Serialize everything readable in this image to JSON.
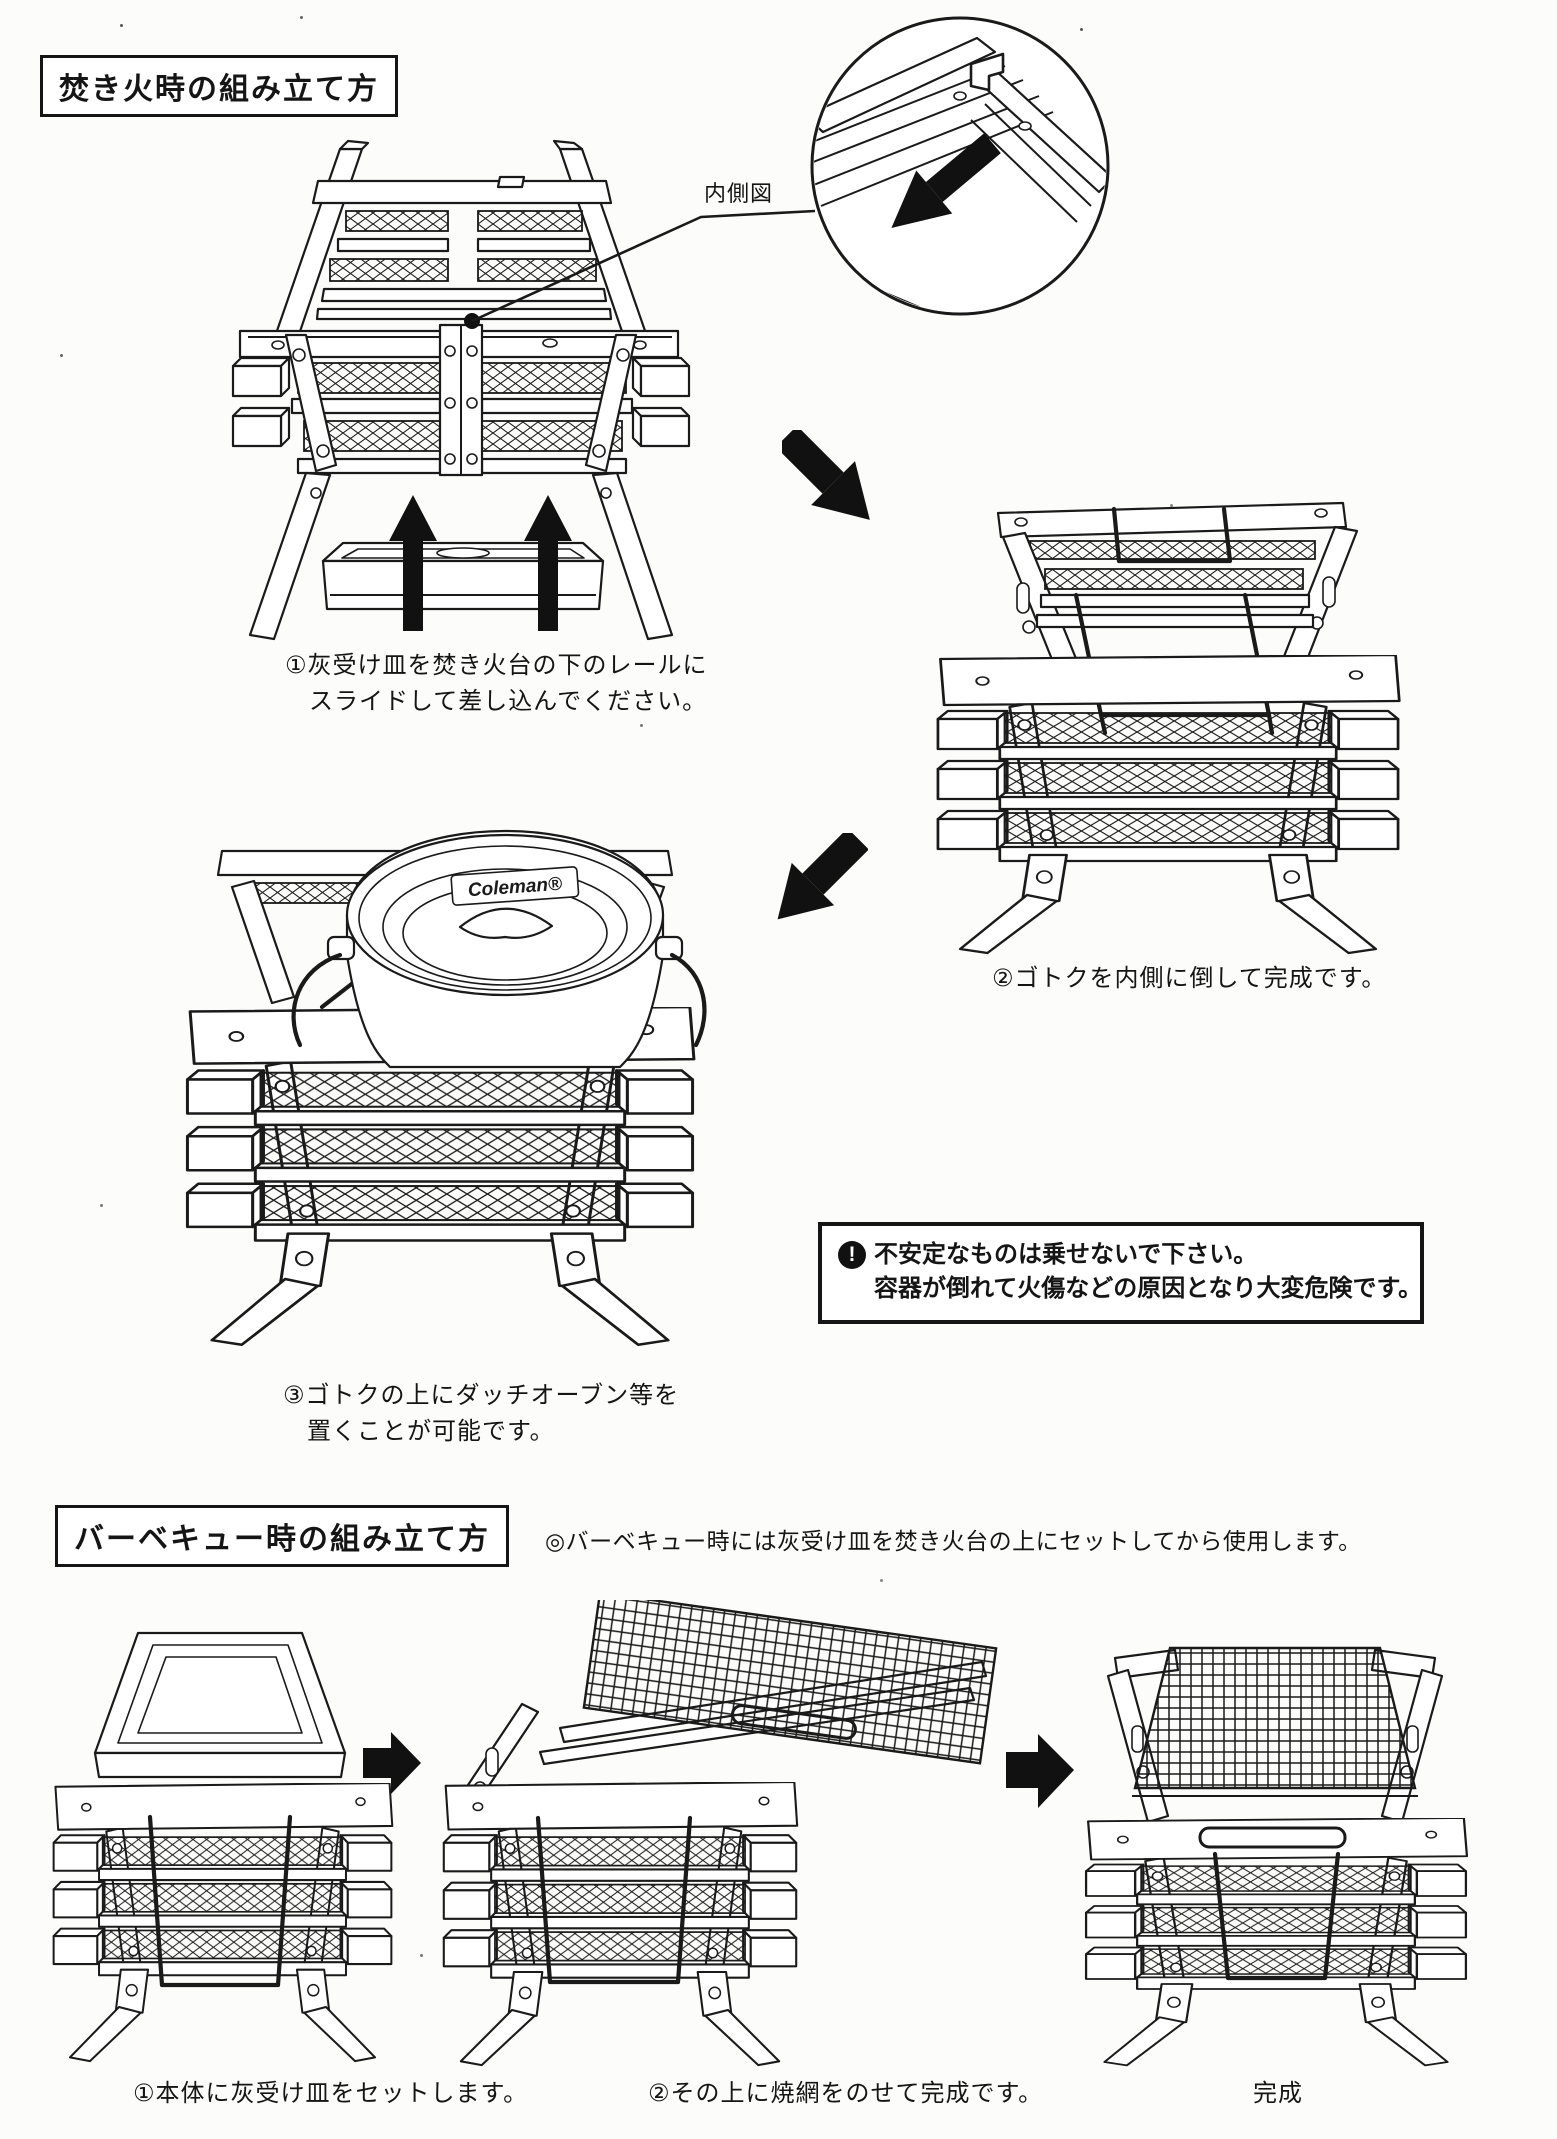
{
  "section1": {
    "title": "焚き火時の組み立て方",
    "inset_label": "内側図",
    "step1_caption": [
      "①灰受け皿を焚き火台の下のレールに",
      "スライドして差し込んでください。"
    ],
    "step2_caption": "②ゴトクを内側に倒して完成です。",
    "step3_caption": [
      "③ゴトクの上にダッチオーブン等を",
      "置くことが可能です。"
    ],
    "warning": {
      "icon": "!",
      "line1": "不安定なものは乗せないで下さい。",
      "line2": "容器が倒れて火傷などの原因となり大変危険です。"
    },
    "dutch_oven_logo": "Coleman®"
  },
  "section2": {
    "title": "バーベキュー時の組み立て方",
    "note": "◎バーベキュー時には灰受け皿を焚き火台の上にセットしてから使用します。",
    "step1_caption": "①本体に灰受け皿をセットします。",
    "step2_caption": "②その上に焼網をのせて完成です。",
    "done_caption": "完成"
  },
  "colors": {
    "ink": "#1a1a1a",
    "paper": "#fcfcfa"
  }
}
